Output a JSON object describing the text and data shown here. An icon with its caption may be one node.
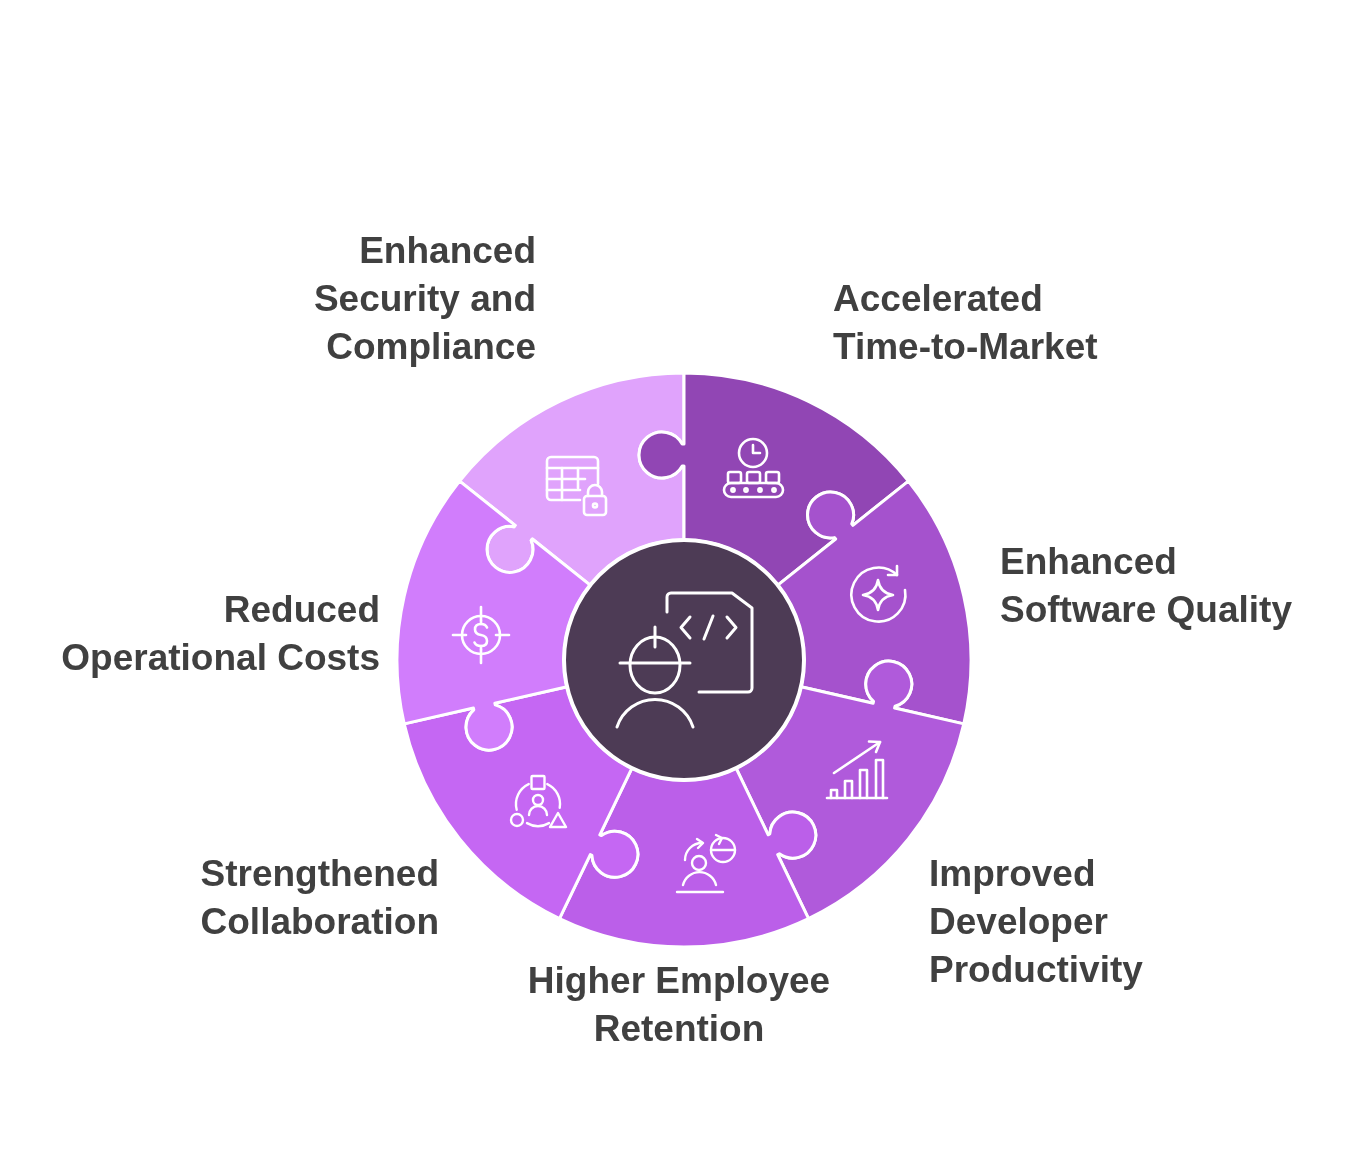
{
  "diagram": {
    "nodes": [
      {
        "text": [],
        "shape": "circle"
      },
      {
        "text": [],
        "shape": "puzzle",
        "beside": [
          "Enhanced Security and Compliance"
        ]
      },
      {
        "text": [],
        "shape": "puzzle",
        "beside": [
          "Accelerated Time-to-Market"
        ]
      },
      {
        "text": [],
        "shape": "puzzle",
        "beside": [
          "Enhanced Software Quality"
        ]
      },
      {
        "text": [],
        "shape": "puzzle",
        "beside": [
          "Improved Developer Productivity"
        ]
      },
      {
        "text": [],
        "shape": "puzzle",
        "beside": [
          "Higher Employee Retention"
        ]
      },
      {
        "text": [],
        "shape": "puzzle",
        "beside": [
          "Strengthened Collaboration"
        ]
      },
      {
        "text": [],
        "shape": "puzzle",
        "beside": [
          "Reduced Operational Costs"
        ]
      }
    ]
  }
}
